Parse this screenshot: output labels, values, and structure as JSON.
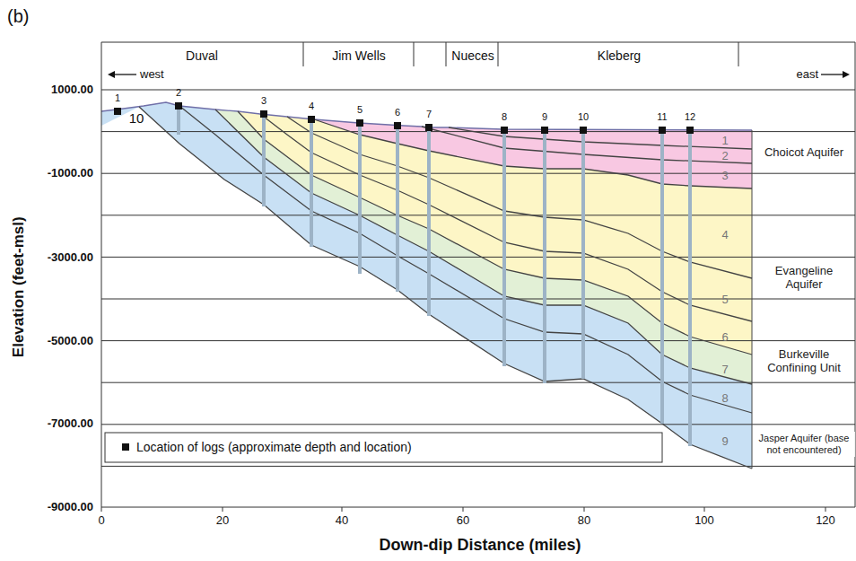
{
  "diagram": {
    "labels": [
      "(b)",
      "Duval",
      "Jim Wells",
      "Nueces",
      "Kleberg",
      "west",
      "east",
      "1000.00",
      "-1000.00",
      "-3000.00",
      "-5000.00",
      "-7000.00",
      "-9000.00",
      "Elevation (feet-msl)",
      "0",
      "20",
      "40",
      "60",
      "80",
      "100",
      "120",
      "Down-dip Distance (miles)",
      "1",
      "2",
      "3",
      "4",
      "5",
      "6",
      "7",
      "8",
      "9",
      "10",
      "11",
      "12",
      "10",
      "1",
      "2",
      "3",
      "4",
      "5",
      "6",
      "7",
      "8",
      "9",
      "Choicot Aquifer",
      "Evangeline Aquifer",
      "Burkeville Confining Unit",
      "Jasper Aquifer (base not encountered)"
    ],
    "legend": [
      {
        "text": "Location of logs (approximate depth and location)"
      }
    ]
  }
}
